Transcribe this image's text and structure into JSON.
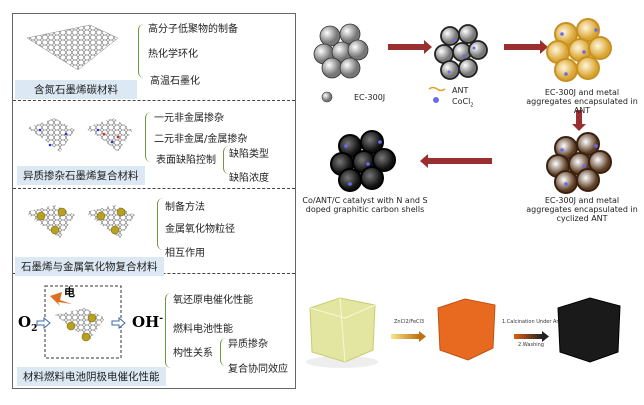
{
  "left_panel": {
    "sections": [
      {
        "caption": "含氮石墨烯碳材料",
        "items": [
          "高分子低聚物的制备",
          "热化学环化",
          "高温石墨化"
        ]
      },
      {
        "caption": "异质掺杂石墨烯复合材料",
        "items": [
          "一元非金属掺杂",
          "二元非金属/金属掺杂",
          "表面缺陷控制"
        ],
        "subitems": [
          "缺陷类型",
          "缺陷浓度"
        ]
      },
      {
        "caption": "石墨烯与金属氧化物复合材料",
        "items": [
          "制备方法",
          "金属氧化物粒径",
          "相互作用"
        ]
      },
      {
        "caption": "材料燃料电池阴极电催化性能",
        "items": [
          "氧还原电催化性能",
          "燃料电池性能",
          "构性关系"
        ],
        "subitems": [
          "异质掺杂",
          "复合协同效应"
        ],
        "electricity": "电",
        "reactant": "O",
        "reactant_sub": "2",
        "product": "OH",
        "product_sup": "-"
      }
    ]
  },
  "scheme": {
    "legend_ec": "EC-300J",
    "legend_ant": "ANT",
    "legend_cocl": "CoCl",
    "legend_cocl_sub": "2",
    "step3": "EC-300J and metal aggregates encapsulated in ANT",
    "step4": "EC-300J and metal aggregates encapsulated in cyclized ANT",
    "step5": "Co/ANT/C catalyst with N and S doped graphitic carbon shells"
  },
  "cubes": {
    "arrow1": "ZnCl2/FeCl3",
    "arrow2_line1": "1.Calcination Under Ar",
    "arrow2_line2": "2.Washing"
  },
  "colors": {
    "arrow": "#9b2f2f",
    "caption_bg": "#dce8f3",
    "brace": "#6a9a3a"
  }
}
